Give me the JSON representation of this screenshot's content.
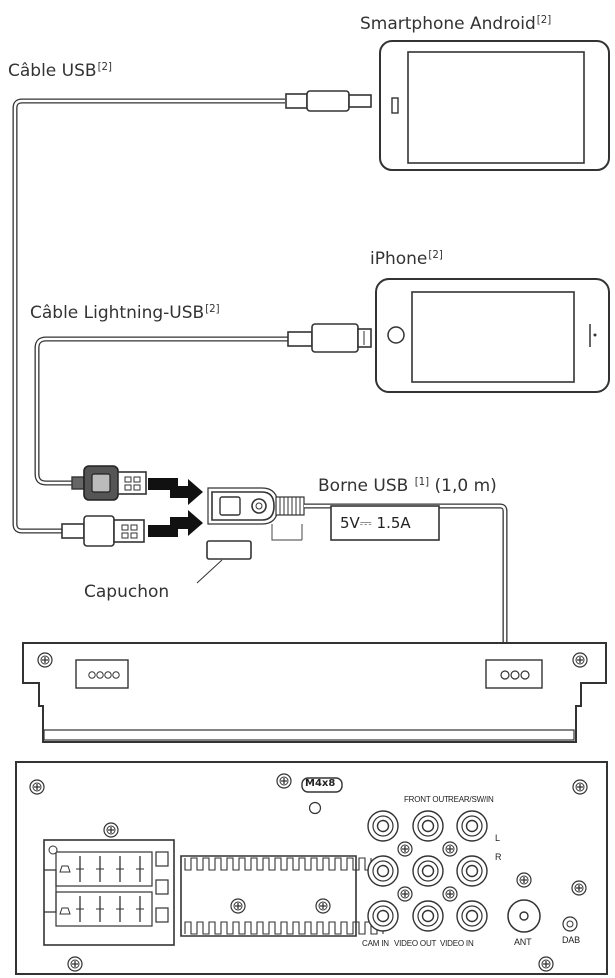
{
  "labels": {
    "smartphone": "Smartphone Android",
    "smartphone_ref": "[2]",
    "cable_usb": "Câble USB",
    "cable_usb_ref": "[2]",
    "iphone": "iPhone",
    "iphone_ref": "[2]",
    "cable_lightning": "Câble Lightning-USB",
    "cable_lightning_ref": "[2]",
    "borne": "Borne USB",
    "borne_ref": "[1]",
    "borne_len": "(1,0 m)",
    "rating": "5V⎓ 1.5A",
    "capuchon": "Capuchon"
  },
  "unit_labels": {
    "screw_size": "M4x8",
    "front_out": "FRONT OUT",
    "rear_sw_in": "REAR/SW/IN",
    "channel_l": "L",
    "channel_r": "R",
    "cam_in": "CAM IN",
    "video_out": "VIDEO OUT",
    "video_in": "VIDEO IN",
    "ant": "ANT",
    "dab": "DAB"
  }
}
